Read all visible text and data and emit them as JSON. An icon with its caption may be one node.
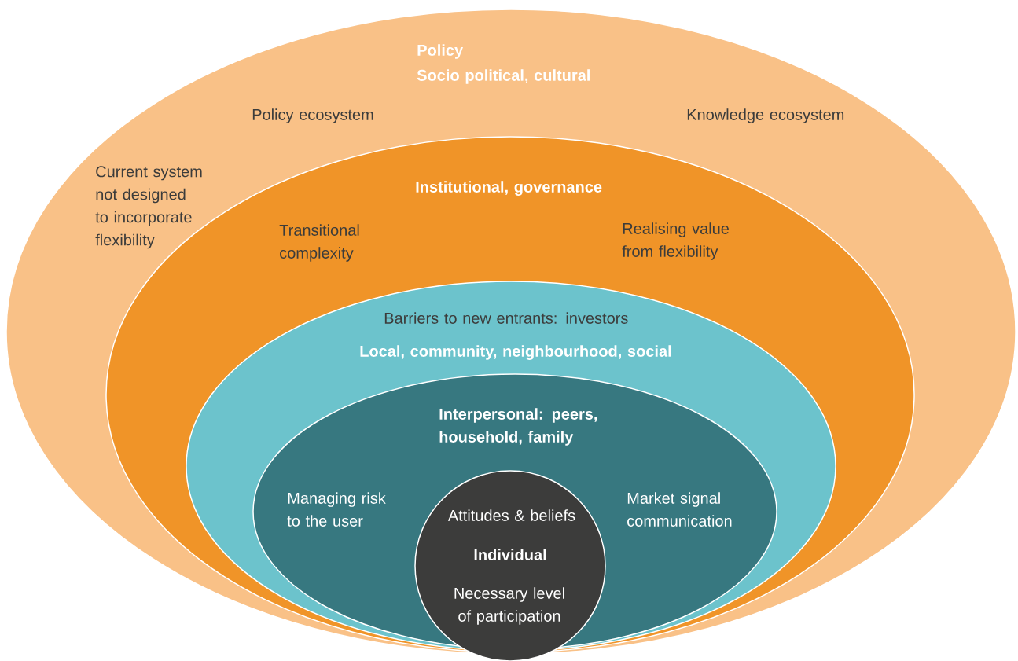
{
  "diagram": {
    "nodes": [
      {
        "text": [
          "Policy",
          "Socio political, cultural",
          "Policy ecosystem",
          "Knowledge ecosystem",
          "Current system not designed to incorporate flexibility"
        ]
      },
      {
        "text": [
          "Institutional, governance",
          "Transitional complexity",
          "Realising value from flexibility"
        ],
        "in": 0
      },
      {
        "text": [
          "Barriers to new entrants: investors",
          "Local, community, neighbourhood, social"
        ],
        "in": 1
      },
      {
        "text": [
          "Interpersonal: peers, household, family",
          "Managing risk to the user",
          "Market signal communication"
        ],
        "in": 2
      },
      {
        "text": [
          "Attitudes & beliefs",
          "Individual",
          "Necessary level of participation"
        ],
        "in": 3
      }
    ]
  }
}
